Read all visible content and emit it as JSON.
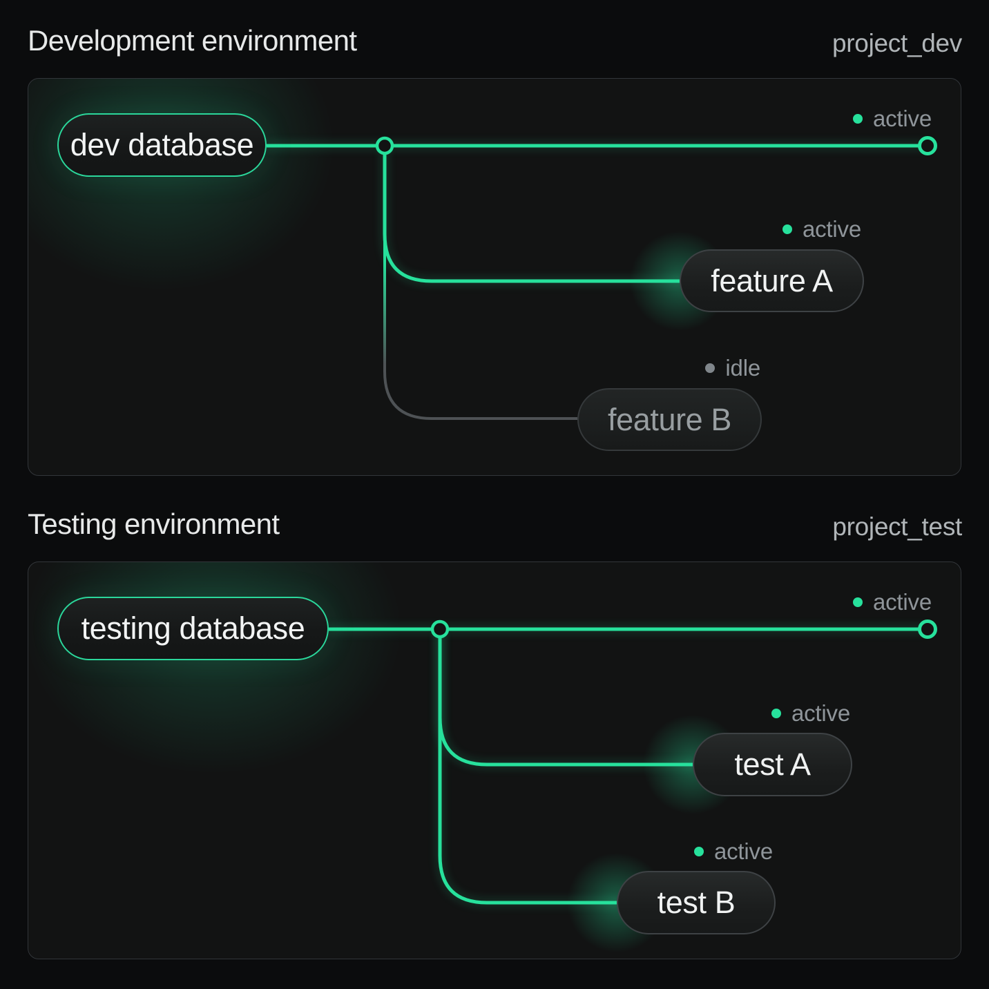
{
  "sections": [
    {
      "title": "Development environment",
      "project_label": "project_dev",
      "main_branch": {
        "name": "dev database",
        "status": "active"
      },
      "branches": [
        {
          "name": "feature A",
          "status": "active"
        },
        {
          "name": "feature B",
          "status": "idle"
        }
      ]
    },
    {
      "title": "Testing environment",
      "project_label": "project_test",
      "main_branch": {
        "name": "testing database",
        "status": "active"
      },
      "branches": [
        {
          "name": "test A",
          "status": "active"
        },
        {
          "name": "test B",
          "status": "active"
        }
      ]
    }
  ],
  "colors": {
    "accent_green": "#27E19C",
    "idle_gray": "#80868B",
    "idle_line": "#4E5255",
    "background": "#0B0C0D",
    "panel_background": "#121313",
    "panel_border": "#32363A"
  }
}
